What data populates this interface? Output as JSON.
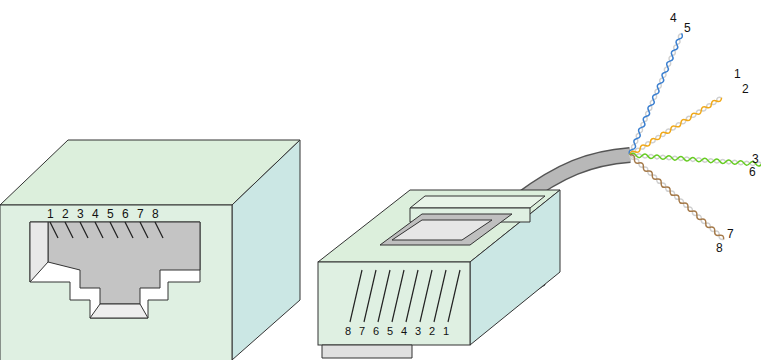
{
  "diagram": {
    "labels": [
      "1",
      "2",
      "3",
      "4",
      "5",
      "6",
      "7",
      "8",
      "8",
      "7",
      "6",
      "5",
      "4",
      "3",
      "2",
      "1",
      "4",
      "5",
      "1",
      "2",
      "3",
      "6",
      "7",
      "8"
    ]
  }
}
